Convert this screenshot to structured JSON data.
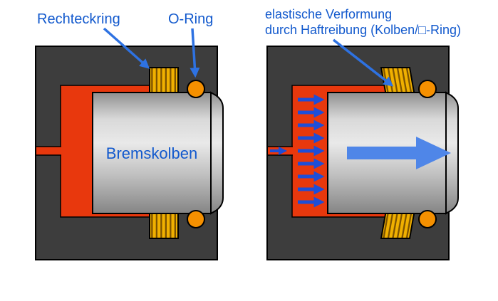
{
  "figure": {
    "labels": {
      "rechteckring": "Rechteckring",
      "o_ring": "O-Ring",
      "bremskolben": "Bremskolben",
      "deformation_line1": "elastische Verformung",
      "deformation_line2": "durch Haftreibung (Kolben/□-Ring)"
    },
    "colors": {
      "background": "#ffffff",
      "housing": "#3d3d3d",
      "brake_fluid": "#e8380d",
      "seal": "#f0b000",
      "seal_stripes": "#7c5200",
      "o_ring": "#f59000",
      "label_text": "#1259cd",
      "pointer_arrows": "#2e72e2",
      "pressure_arrows": "#1d4ed8",
      "piston_motion_arrow": "#4f86e8"
    },
    "right_diagram": {
      "pressure_arrow_count": 9
    }
  }
}
